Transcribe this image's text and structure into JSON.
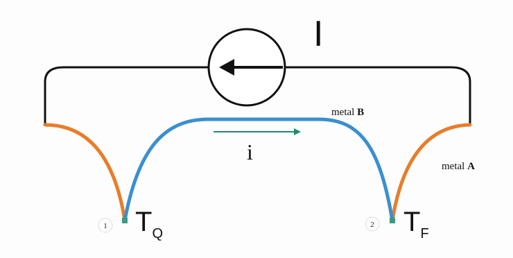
{
  "diagram": {
    "current_source_label": "I",
    "loop_current_label": "i",
    "metal_b_label": {
      "prefix": "metal ",
      "letter": "B"
    },
    "metal_a_label": {
      "prefix": "metal ",
      "letter": "A"
    },
    "junction_1": {
      "number": "1",
      "temp_base": "T",
      "temp_sub": "Q"
    },
    "junction_2": {
      "number": "2",
      "temp_base": "T",
      "temp_sub": "F"
    }
  },
  "colors": {
    "metal_a": "#e87d2a",
    "metal_b": "#3a8fd0",
    "wire": "#111111",
    "current_arrow": "#1f8a6e"
  }
}
